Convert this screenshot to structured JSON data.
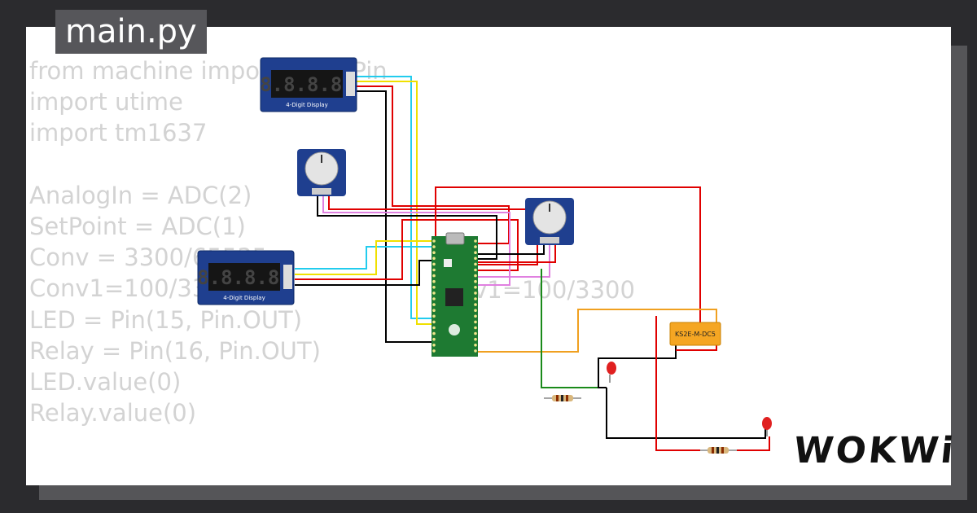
{
  "file_tab": {
    "label": "main.py"
  },
  "code_lines": [
    "from machine import ADC, Pin",
    "import utime",
    "import tm1637",
    "",
    "AnalogIn = ADC(2)",
    "SetPoint = ADC(1)",
    "Conv = 3300/65535",
    "Conv1=100/3300",
    "LED = Pin(15, Pin.OUT)",
    "Relay = Pin(16, Pin.OUT)",
    "LED.value(0)",
    "Relay.value(0)"
  ],
  "code_fragment": "onv1=100/3300",
  "components": {
    "display_top": {
      "digits": "8.8.8.8.",
      "caption": "4-Digit Display"
    },
    "display_bottom": {
      "digits": "8.8.8.8.",
      "caption": "4-Digit Display"
    },
    "relay": {
      "label": "KS2E-M-DC5"
    }
  },
  "logo": {
    "text": "WOKWi"
  },
  "colors": {
    "background": "#2b2b2e",
    "card": "#ffffff",
    "code_text": "#d3d3d3",
    "display_blue": "#1f3f8f",
    "pcb_green": "#1e7a32",
    "relay_orange": "#f5a623",
    "led_red": "#e02020",
    "wire_red": "#e00000",
    "wire_black": "#000000",
    "wire_cyan": "#22ccee",
    "wire_yellow": "#f0e000",
    "wire_pink": "#e080e0",
    "wire_green": "#1a8a1a",
    "wire_orange": "#f0a020"
  }
}
